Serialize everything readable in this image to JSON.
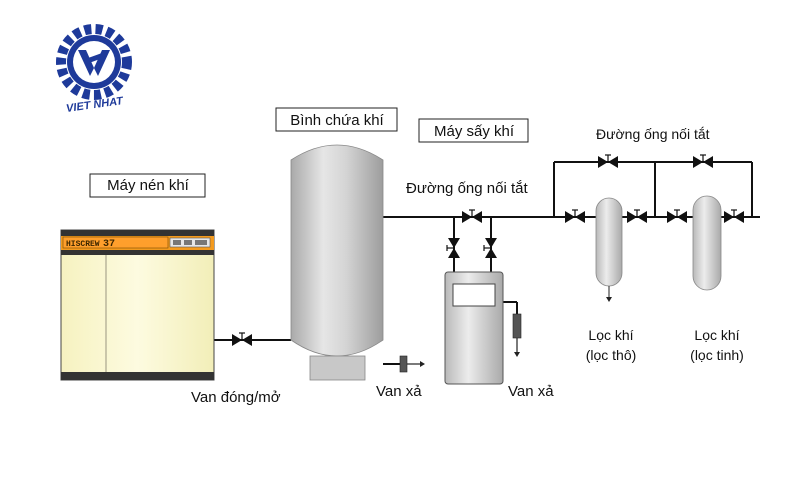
{
  "logo": {
    "text": "VIET NHAT",
    "color": "#1e3a9a"
  },
  "labels": {
    "compressor": "Máy nén khí",
    "tank": "Bình chứa khí",
    "dryer": "Máy sấy khí",
    "bypass_main": "Đường ống nối tắt",
    "bypass_top": "Đường ống nối tắt",
    "on_off_valve": "Van đóng/mở",
    "drain_tank": "Van xả",
    "drain_dryer": "Van xả",
    "filter_coarse_1": "Lọc khí",
    "filter_coarse_2": "(lọc thô)",
    "filter_fine_1": "Lọc khí",
    "filter_fine_2": "(lọc tinh)"
  },
  "compressor_panel": {
    "brand": "HISCREW",
    "reading": "37"
  },
  "colors": {
    "compressor_body": "#fbf8cf",
    "compressor_panel": "#f39a1e",
    "tank": "#c9c9c9",
    "dryer_body": "#d9d9d9",
    "pipe": "#111111"
  }
}
